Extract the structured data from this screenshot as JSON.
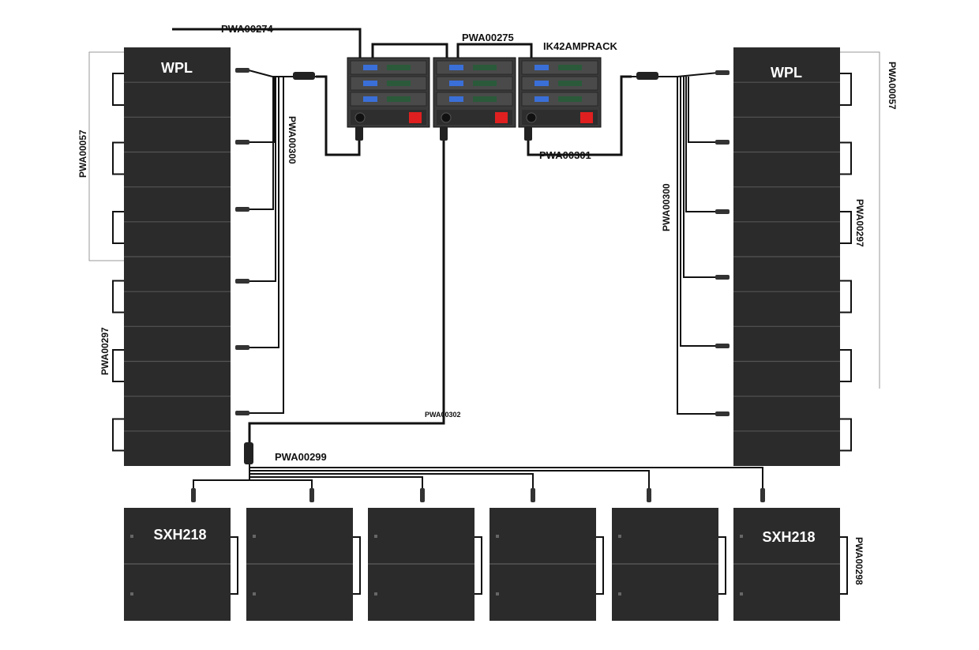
{
  "speakers": {
    "left_array_title": "WPL",
    "right_array_title": "WPL",
    "left_sub_title": "SXH218",
    "right_sub_title": "SXH218"
  },
  "amp_rack": {
    "name": "IK42AMPRACK"
  },
  "cables": {
    "pwa00274": "PWA00274",
    "pwa00275": "PWA00275",
    "pwa00301": "PWA00301",
    "pwa00302": "PWA00302",
    "pwa00299": "PWA00299",
    "left_vertical": "PWA00300",
    "right_vertical": "PWA00300",
    "left_link_upper": "PWA00057",
    "left_link_lower": "PWA00297",
    "right_link_upper": "PWA00057",
    "right_link_lower": "PWA00297",
    "sub_link": "PWA00298"
  },
  "colors": {
    "cabinet": "#2b2b2b",
    "cabinet_edge": "#1a1a1a",
    "cable": "#111111",
    "amp_body": "#3a3a3a",
    "amp_screen": "#3a6fd8",
    "amp_red": "#e02020",
    "bracket": "#999999"
  }
}
